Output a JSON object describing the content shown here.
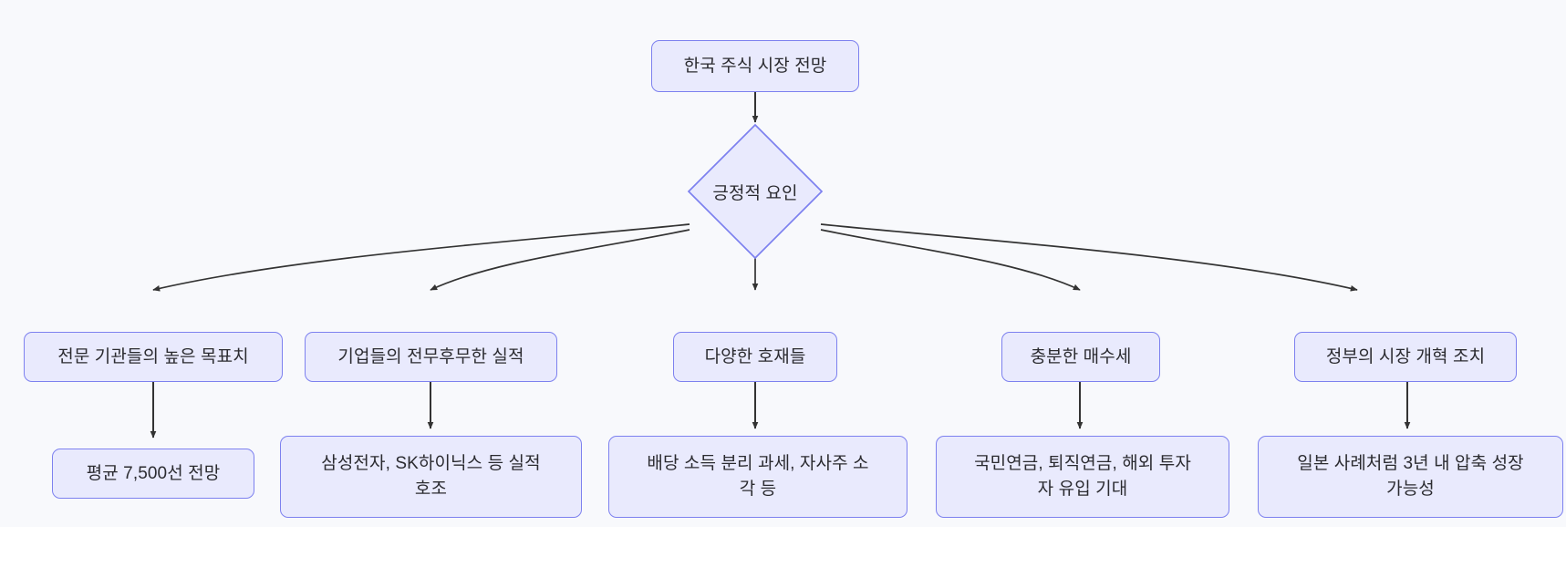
{
  "diagram": {
    "type": "flowchart",
    "direction": "top-down",
    "background_color": "#f8f9fc",
    "page_background_color": "#ffffff",
    "node_fill_color": "#e9eafd",
    "node_border_color": "#7d81ef",
    "edge_color": "#333333",
    "text_color": "#2b2b30",
    "root": {
      "id": "root",
      "label": "한국 주식 시장 전망",
      "shape": "rounded-rect"
    },
    "decision": {
      "id": "decision",
      "label": "긍정적 요인",
      "shape": "diamond"
    },
    "branches": [
      {
        "id": "branch-1",
        "label": "전문 기관들의 높은 목표치",
        "shape": "rounded-rect",
        "detail": {
          "id": "detail-1",
          "label": "평균 7,500선 전망",
          "shape": "rounded-rect"
        }
      },
      {
        "id": "branch-2",
        "label": "기업들의 전무후무한 실적",
        "shape": "rounded-rect",
        "detail": {
          "id": "detail-2",
          "label": "삼성전자, SK하이닉스 등 실적\n호조",
          "shape": "rounded-rect"
        }
      },
      {
        "id": "branch-3",
        "label": "다양한 호재들",
        "shape": "rounded-rect",
        "detail": {
          "id": "detail-3",
          "label": "배당 소득 분리 과세, 자사주 소\n각 등",
          "shape": "rounded-rect"
        }
      },
      {
        "id": "branch-4",
        "label": "충분한 매수세",
        "shape": "rounded-rect",
        "detail": {
          "id": "detail-4",
          "label": "국민연금, 퇴직연금, 해외 투자\n자 유입 기대",
          "shape": "rounded-rect"
        }
      },
      {
        "id": "branch-5",
        "label": "정부의 시장 개혁 조치",
        "shape": "rounded-rect",
        "detail": {
          "id": "detail-5",
          "label": "일본 사례처럼 3년 내 압축 성장\n가능성",
          "shape": "rounded-rect"
        }
      }
    ]
  }
}
